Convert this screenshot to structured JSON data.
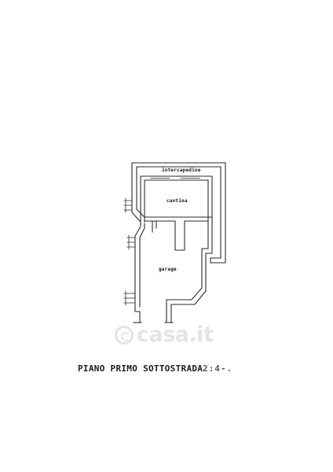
{
  "rooms": {
    "intercapedine": "intercapedine",
    "cantina": "cantina",
    "garage": "garage"
  },
  "title": {
    "main": "PIANO PRIMO SOTTOSTRADA",
    "smudge": "2:4-."
  },
  "watermark": {
    "text": "casa.it"
  },
  "colors": {
    "wall": "#2a2a2a",
    "background": "#ffffff",
    "watermark": "#8a8a8a"
  }
}
